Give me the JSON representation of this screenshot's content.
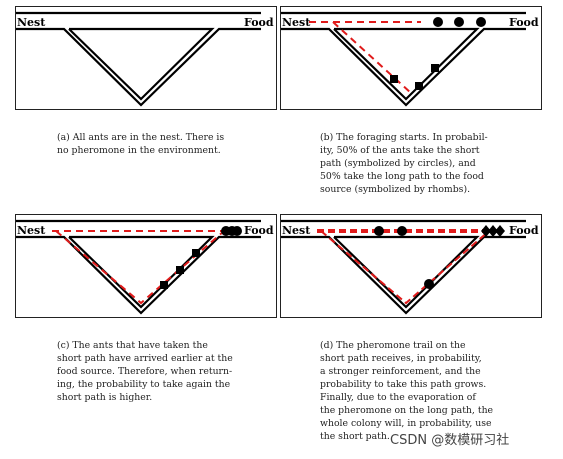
{
  "labels": {
    "nest": "Nest",
    "food": "Food"
  },
  "colors": {
    "trail": "#e01b1b",
    "ink": "#000000"
  },
  "panels": [
    {
      "id": "a",
      "caption_lines": [
        "(a) All ants are in the nest. There is",
        "no pheromone in the environment."
      ]
    },
    {
      "id": "b",
      "caption_lines": [
        "(b) The foraging starts. In probabil-",
        "ity, 50% of the ants take the short",
        "path (symbolized by circles), and",
        "50% take the long path to the food",
        "source (symbolized by rhombs)."
      ]
    },
    {
      "id": "c",
      "caption_lines": [
        "(c) The ants that have taken the",
        "short path have arrived earlier at the",
        "food source. Therefore, when return-",
        "ing, the probability to take again the",
        "short path is higher."
      ]
    },
    {
      "id": "d",
      "caption_lines": [
        "(d) The pheromone trail on the",
        "short path receives, in probability,",
        "a stronger reinforcement, and the",
        "probability to take this path grows.",
        "Finally, due to the evaporation of",
        "the pheromone on the long path, the",
        "whole colony will, in probability, use",
        "the short path."
      ]
    }
  ],
  "watermark": "CSDN @数模研习社"
}
